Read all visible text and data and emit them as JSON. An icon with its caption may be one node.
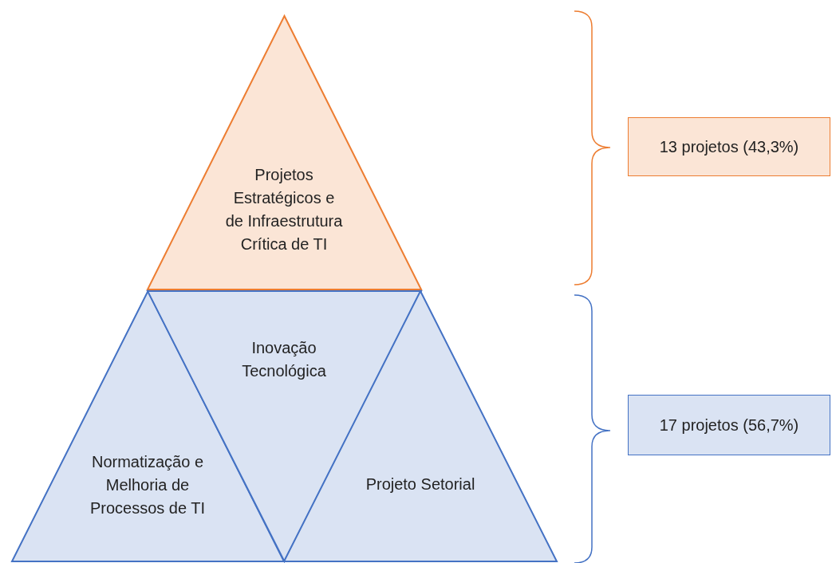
{
  "diagram": {
    "nodes": [
      {
        "text": [
          "Projetos Estratégicos e de Infraestrutura Crítica de TI"
        ]
      },
      {
        "text": [
          "Normatização e Melhoria de Processos de TI"
        ]
      },
      {
        "text": [
          "Inovação Tecnológica"
        ]
      },
      {
        "text": [
          "Projeto Setorial"
        ]
      },
      {
        "text": [
          "13 projetos (43,3%)"
        ]
      },
      {
        "text": [
          "17 projetos (56,7%)"
        ]
      }
    ]
  }
}
